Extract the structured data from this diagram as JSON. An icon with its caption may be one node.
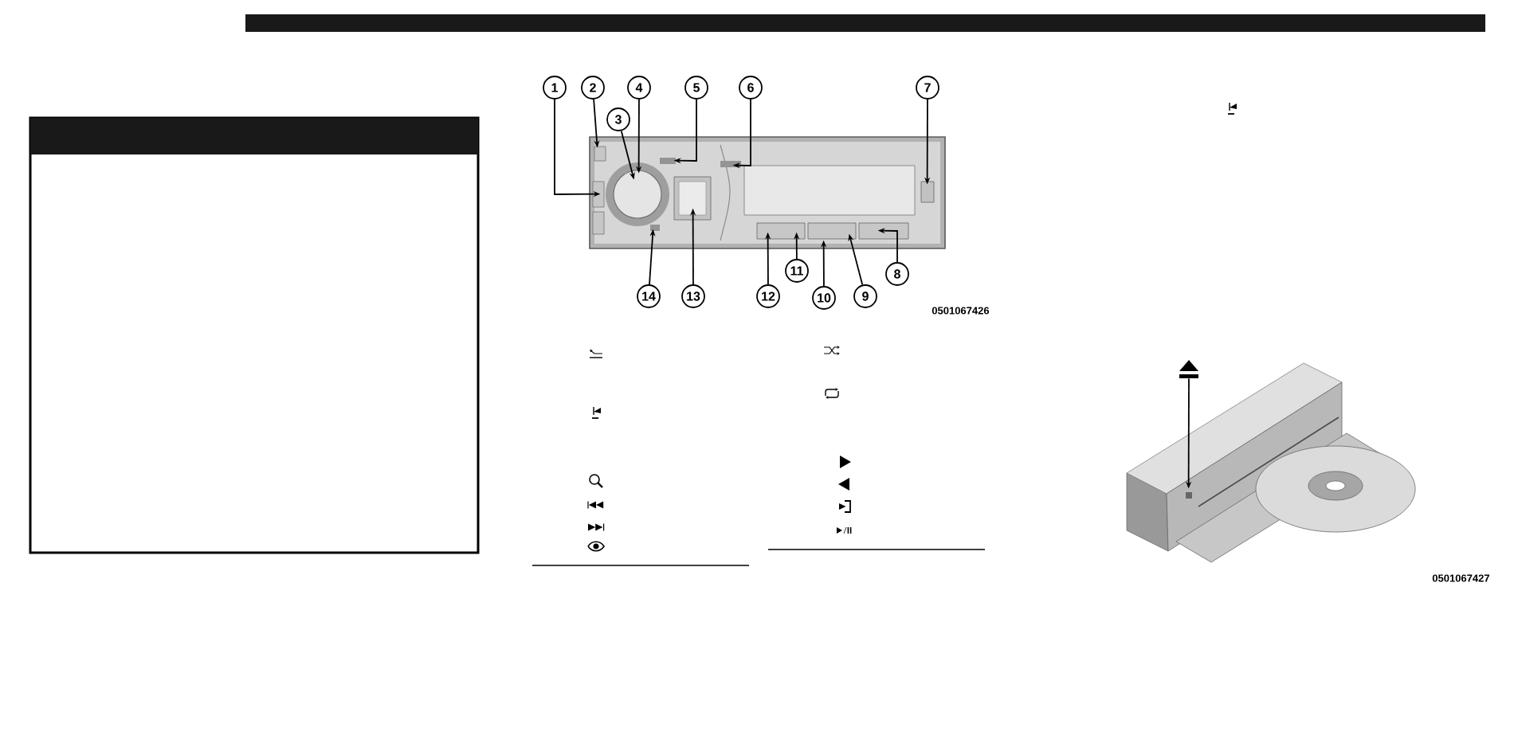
{
  "diagram": {
    "nodes": [
      {
        "text": [
          "1"
        ]
      },
      {
        "text": [
          "2"
        ]
      },
      {
        "text": [
          "3"
        ]
      },
      {
        "text": [
          "4"
        ]
      },
      {
        "text": [
          "5"
        ]
      },
      {
        "text": [
          "6"
        ]
      },
      {
        "text": [
          "7"
        ]
      },
      {
        "text": [
          "8"
        ]
      },
      {
        "text": [
          "9"
        ]
      },
      {
        "text": [
          "10"
        ]
      },
      {
        "text": [
          "11"
        ]
      },
      {
        "text": [
          "12"
        ]
      },
      {
        "text": [
          "13"
        ]
      },
      {
        "text": [
          "14"
        ]
      },
      {
        "text": [],
        "shape": "picture"
      },
      {
        "text": [],
        "shape": "picture"
      },
      {
        "text": [],
        "shape": "picture"
      }
    ],
    "edges": [
      {
        "from": 0,
        "to": 14,
        "arrow": "to"
      },
      {
        "from": 1,
        "to": 14,
        "arrow": "to"
      },
      {
        "from": 2,
        "to": 14,
        "arrow": "to"
      },
      {
        "from": 3,
        "to": 14,
        "arrow": "to"
      },
      {
        "from": 4,
        "to": 14,
        "arrow": "to"
      },
      {
        "from": 5,
        "to": 14,
        "arrow": "to"
      },
      {
        "from": 6,
        "to": 14,
        "arrow": "to"
      },
      {
        "from": 7,
        "to": 14,
        "arrow": "to"
      },
      {
        "from": 8,
        "to": 14,
        "arrow": "to"
      },
      {
        "from": 9,
        "to": 14,
        "arrow": "to"
      },
      {
        "from": 10,
        "to": 14,
        "arrow": "to"
      },
      {
        "from": 11,
        "to": 14,
        "arrow": "to"
      },
      {
        "from": 12,
        "to": 14,
        "arrow": "to"
      },
      {
        "from": 13,
        "to": 14,
        "arrow": "to"
      },
      {
        "from": 15,
        "to": 16,
        "arrow": "to"
      }
    ],
    "labels": [
      "0501067426",
      "0501067427"
    ]
  }
}
